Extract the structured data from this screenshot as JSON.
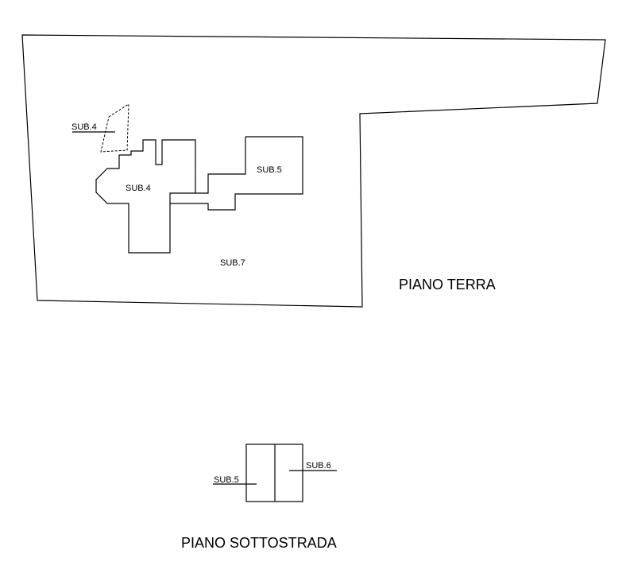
{
  "ground_floor": {
    "title": "PIANO TERRA",
    "labels": {
      "sub4_tag": "SUB.4",
      "sub4": "SUB.4",
      "sub5": "SUB.5",
      "sub7": "SUB.7"
    }
  },
  "basement": {
    "title": "PIANO SOTTOSTRADA",
    "labels": {
      "sub5": "SUB.5",
      "sub6": "SUB.6"
    }
  }
}
